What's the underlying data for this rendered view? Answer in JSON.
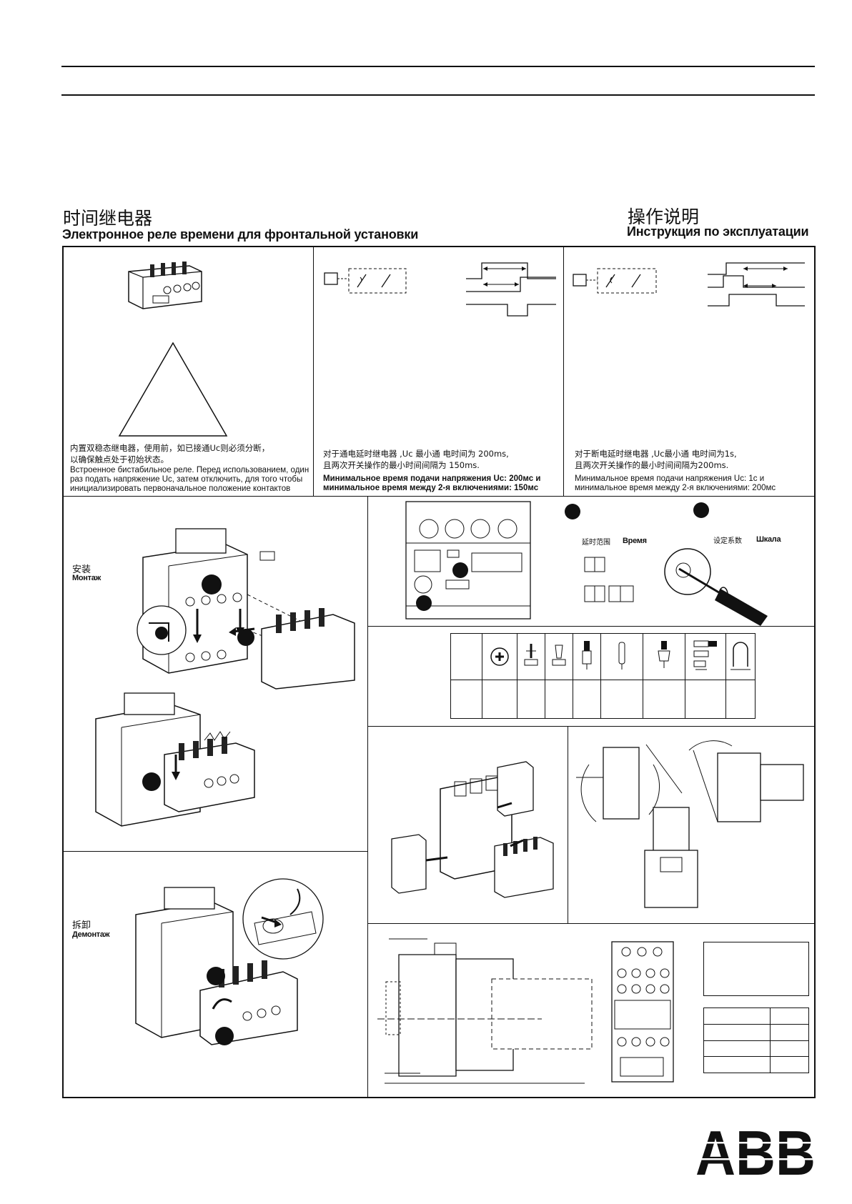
{
  "header": {
    "title_cn": "时间继电器",
    "title_ru": "Электронное реле времени для фронтальной установки",
    "manual_cn": "操作说明",
    "manual_ru": "Инструкция по эксплуатации"
  },
  "panel_bistable": {
    "note_cn_1": "内置双稳态继电器，使用前，如已接通Uc则必须分断，",
    "note_cn_2": "以确保触点处于初始状态。",
    "note_ru_1": "Встроенное бистабильное реле. Перед использованием, один",
    "note_ru_2": "раз подать напряжение Uc, затем отключить, для того  чтобы",
    "note_ru_3": "инициализировать первоначальное положение контактов"
  },
  "panel_on_delay": {
    "note_cn_1": "对于通电延时继电器 ,Uc 最小通 电时间为 200ms,",
    "note_cn_2": "且两次开关操作的最小时间间隔为 150ms.",
    "note_ru_1": "Минимальное время подачи напряжения Uc: 200мс и",
    "note_ru_2": "минимальное время между 2-я включениями: 150мс"
  },
  "panel_off_delay": {
    "note_cn_1": "对于断电延时继电器 ,Uc最小通 电时间为1s,",
    "note_cn_2": "且两次开关操作的最小时间间隔为200ms.",
    "note_ru_1": "Минимальное время подачи напряжения Uc: 1с и",
    "note_ru_2": "минимальное время между 2-я включениями: 200мс"
  },
  "install": {
    "label_cn": "安装",
    "label_ru": "Монтаж"
  },
  "removal": {
    "label_cn": "拆卸",
    "label_ru": "Демонтаж"
  },
  "setting": {
    "range_cn": "延时范围",
    "range_ru": "Время",
    "scale_cn": "设定系数",
    "scale_ru": "Шкала"
  },
  "logo": "ABB"
}
